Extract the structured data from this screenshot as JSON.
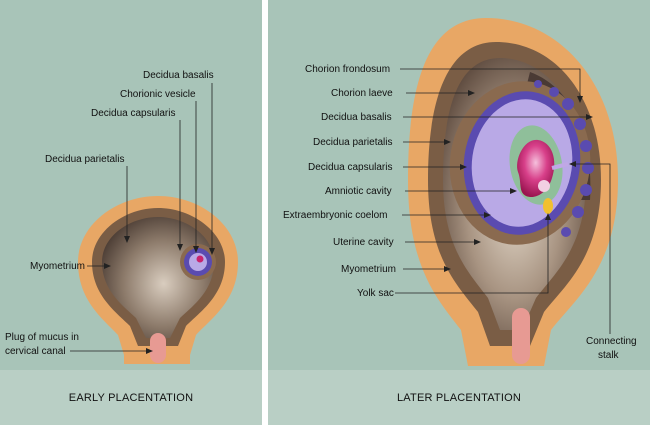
{
  "early": {
    "caption": "EARLY PLACENTATION",
    "labels": {
      "decidua_basalis": "Decidua basalis",
      "chorionic_vesicle": "Chorionic vesicle",
      "decidua_capsularis": "Decidua capsularis",
      "decidua_parietalis": "Decidua parietalis",
      "myometrium": "Myometrium",
      "plug_line1": "Plug of mucus in",
      "plug_line2": "cervical canal"
    }
  },
  "later": {
    "caption": "LATER PLACENTATION",
    "labels": {
      "chorion_frondosum": "Chorion frondosum",
      "chorion_laeve": "Chorion laeve",
      "decidua_basalis": "Decidua basalis",
      "decidua_parietalis": "Decidua parietalis",
      "decidua_capsularis": "Decidua capsularis",
      "amniotic_cavity": "Amniotic cavity",
      "extraembryonic_coelom": "Extraembryonic coelom",
      "uterine_cavity": "Uterine cavity",
      "myometrium": "Myometrium",
      "yolk_sac": "Yolk sac",
      "connecting_line1": "Connecting",
      "connecting_line2": "stalk"
    }
  },
  "colors": {
    "background": "#a8c4b8",
    "caption_bar": "#b9cfc5",
    "myometrium": "#e8a765",
    "decidua": "#8a6a4f",
    "uterine_cavity": "#c9b8a3",
    "chorion": "#5a4bb0",
    "coelom": "#b9a9e6",
    "amnion": "#8fbf9a",
    "embryo": "#c8246e",
    "yolk_sac": "#f0c030",
    "cervix": "#e79a93"
  }
}
